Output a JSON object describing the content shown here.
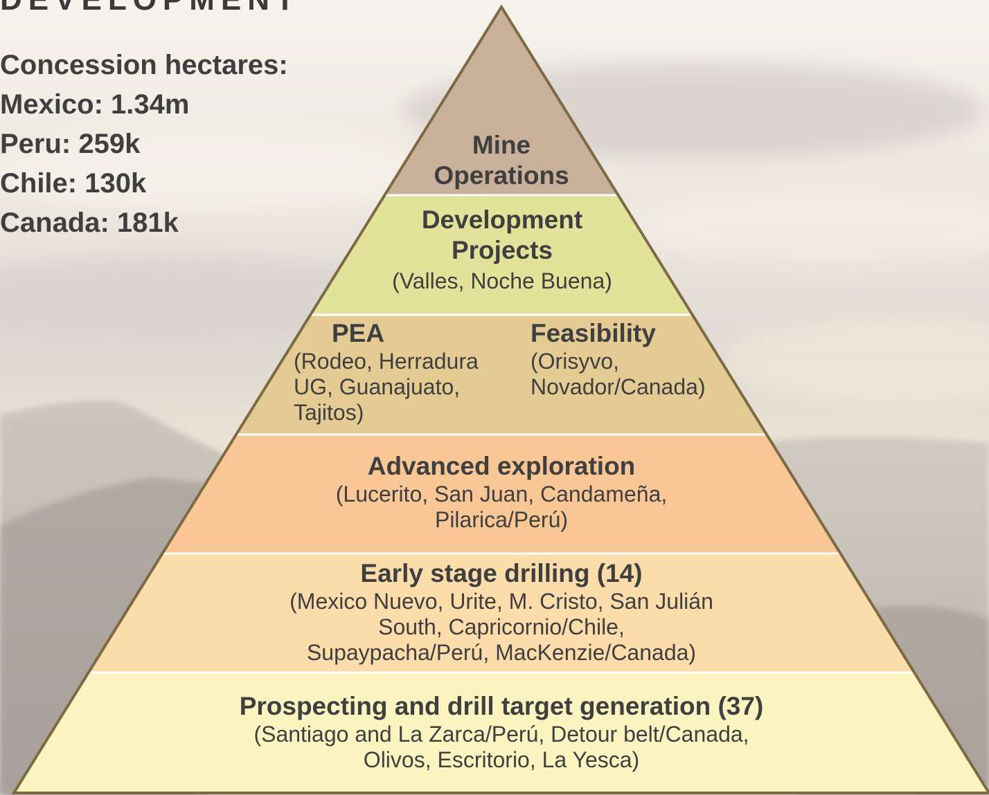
{
  "header": {
    "title": "DEVELOPMENT"
  },
  "concessions": {
    "title": "Concession hectares:",
    "items": [
      "Mexico: 1.34m",
      "Peru: 259k",
      "Chile: 130k",
      "Canada: 181k"
    ]
  },
  "colors": {
    "tier_mine": "#c9b09a",
    "tier_development": "#e3e29a",
    "tier_pea_feasibility": "#e4cb94",
    "tier_advanced": "#f9c696",
    "tier_early": "#fbdcaa",
    "tier_prospecting": "#fbf4c0",
    "outline": "#7d6a43"
  },
  "pyramid": {
    "mine": {
      "title": "Mine\nOperations"
    },
    "development": {
      "title": "Development\nProjects",
      "detail": "(Valles, Noche Buena)"
    },
    "pea": {
      "title": "PEA",
      "detail": "(Rodeo, Herradura\nUG, Guanajuato,\nTajitos)"
    },
    "feasibility": {
      "title": "Feasibility",
      "detail": "(Orisyvo,\nNovador/Canada)"
    },
    "advanced": {
      "title": "Advanced exploration",
      "detail": "(Lucerito, San Juan, Candameña,\nPilarica/Perú)"
    },
    "early": {
      "title": "Early stage drilling (14)",
      "detail": "(Mexico Nuevo, Urite, M. Cristo, San Julián\nSouth, Capricornio/Chile,\nSupaypacha/Perú, MacKenzie/Canada)"
    },
    "prospecting": {
      "title": "Prospecting and drill target generation (37)",
      "detail": "(Santiago and La Zarca/Perú, Detour belt/Canada,\nOlivos, Escritorio, La Yesca)"
    }
  }
}
